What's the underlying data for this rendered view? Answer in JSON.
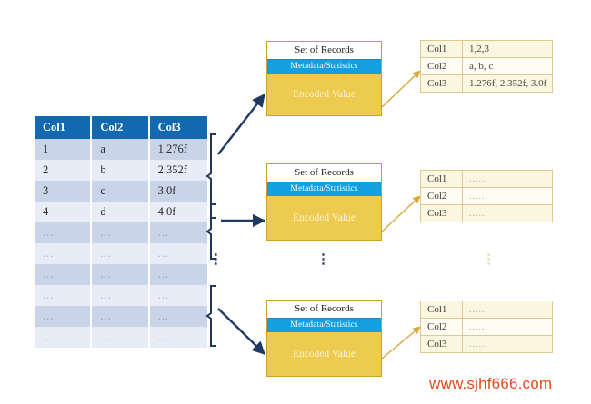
{
  "source_table": {
    "name": "source-records-table",
    "headers": [
      "Col1",
      "Col2",
      "Col3"
    ],
    "rows": [
      [
        "1",
        "a",
        "1.276f"
      ],
      [
        "2",
        "b",
        "2.352f"
      ],
      [
        "3",
        "c",
        "3.0f"
      ],
      [
        "4",
        "d",
        "4.0f"
      ],
      [
        "...",
        "...",
        "..."
      ],
      [
        "...",
        "...",
        "..."
      ],
      [
        "...",
        "...",
        "..."
      ],
      [
        "...",
        "...",
        "..."
      ],
      [
        "...",
        "...",
        "..."
      ],
      [
        "...",
        "...",
        "..."
      ]
    ]
  },
  "record_blocks": [
    {
      "title": "Set of Records",
      "metadata": "Metadata/Statistics",
      "body": "Encoded Value"
    },
    {
      "title": "Set of Records",
      "metadata": "Metadata/Statistics",
      "body": "Encoded Value"
    },
    {
      "title": "Set of Records",
      "metadata": "Metadata/Statistics",
      "body": "Encoded Value"
    }
  ],
  "detail_tables": [
    {
      "rows": [
        {
          "key": "Col1",
          "value": "1,2,3"
        },
        {
          "key": "Col2",
          "value": "a, b, c"
        },
        {
          "key": "Col3",
          "value": "1.276f, 2.352f, 3.0f"
        }
      ]
    },
    {
      "rows": [
        {
          "key": "Col1",
          "value": "......"
        },
        {
          "key": "Col2",
          "value": "......"
        },
        {
          "key": "Col3",
          "value": "......"
        }
      ]
    },
    {
      "rows": [
        {
          "key": "Col1",
          "value": "......"
        },
        {
          "key": "Col2",
          "value": "......"
        },
        {
          "key": "Col3",
          "value": "......"
        }
      ]
    }
  ],
  "ellipsis_marks": {
    "bracket_column": "⋮",
    "block_column": "⋮",
    "detail_column": "⋮"
  },
  "watermark": {
    "text": "www.sjhf666.com"
  },
  "colors": {
    "table_header_blue": "#1269b0",
    "row_stripe_dark": "#c9d4e8",
    "row_stripe_light": "#e7ecf7",
    "block_gold": "#eccb4f",
    "block_cyan": "#12a0e0",
    "block_border": "#c9a227",
    "arrow_navy": "#1f3864",
    "arrow_gold": "#d8a93a",
    "detail_bg": "#fbf6e0",
    "detail_border": "#ddc98b",
    "watermark_red": "#e8481c"
  }
}
